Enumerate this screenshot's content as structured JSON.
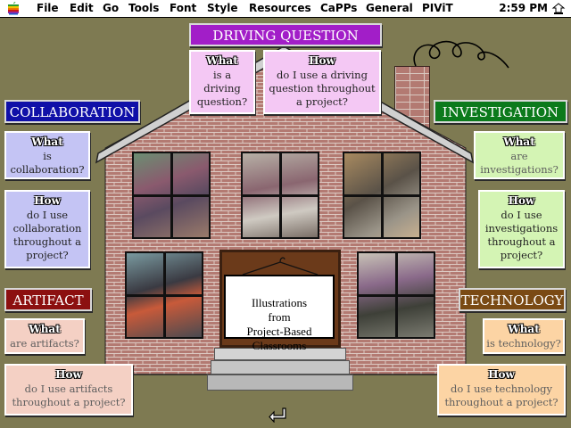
{
  "menubar": {
    "items": [
      "File",
      "Edit",
      "Go",
      "Tools",
      "Font",
      "Style",
      "Resources",
      "CaPPs",
      "General",
      "PIViT"
    ],
    "clock": "2:59 PM"
  },
  "driving": {
    "title": "DRIVING QUESTION",
    "what_q": "What",
    "what_t": "is a\ndriving\nquestion?",
    "how_q": "How",
    "how_t": "do I use a driving\nquestion throughout\na project?"
  },
  "collaboration": {
    "title": "COLLABORATION",
    "what_q": "What",
    "what_t": "is\ncollaboration?",
    "how_q": "How",
    "how_t": "do I use\ncollaboration\nthroughout a\nproject?"
  },
  "investigation": {
    "title": "INVESTIGATION",
    "what_q": "What",
    "what_t": "are\ninvestigations?",
    "how_q": "How",
    "how_t": "do I use\ninvestigations\nthroughout a\nproject?"
  },
  "artifact": {
    "title": "ARTIFACT",
    "what_q": "What",
    "what_t": "are artifacts?",
    "how_q": "How",
    "how_t": "do I use artifacts\nthroughout a  project?"
  },
  "technology": {
    "title": "TECHNOLOGY",
    "what_q": "What",
    "what_t": "is technology?",
    "how_q": "How",
    "how_t": "do I use technology\nthroughout a project?"
  },
  "sign": {
    "text": "Illustrations\nfrom\nProject-Based\nClassrooms"
  },
  "colors": {
    "driving": "#a21ec8",
    "collaboration": "#1010a8",
    "investigation": "#0c7a1c",
    "artifact": "#8c1010",
    "technology": "#7a4a14",
    "background": "#7e7a52"
  },
  "icons": [
    "apple-icon",
    "app-switcher-icon",
    "return-arrow-icon"
  ]
}
